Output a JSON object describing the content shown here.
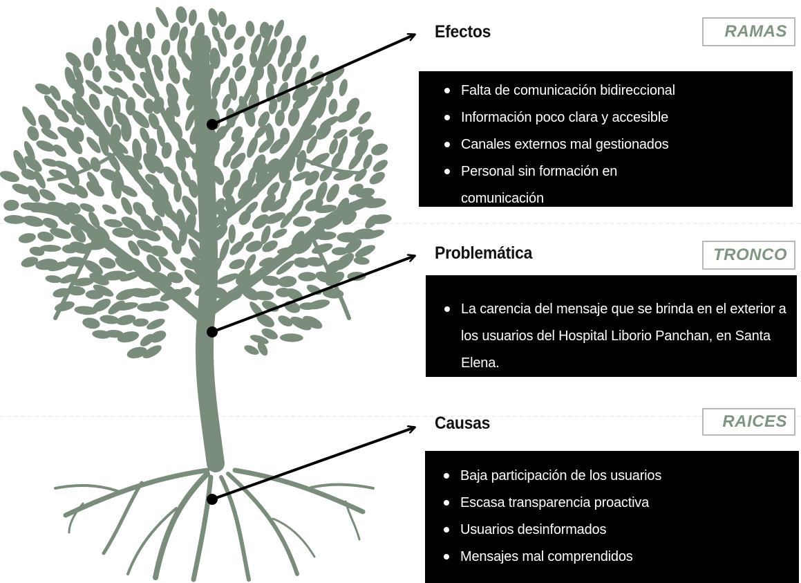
{
  "colors": {
    "tree": "#7a8c7b",
    "tag_text": "#7e9581",
    "box": "#000000"
  },
  "sections": [
    {
      "title": "Efectos",
      "tag": "RAMAS",
      "items": [
        "Falta de comunicación bidireccional",
        "Información poco clara y accesible",
        "Canales externos mal gestionados",
        "Personal sin formación en comunicación"
      ]
    },
    {
      "title": "Problemática",
      "tag": "TRONCO",
      "items": [
        "La carencia del mensaje que se brinda en el exterior a los usuarios del Hospital Liborio Panchan, en Santa Elena."
      ]
    },
    {
      "title": "Causas",
      "tag": "RAICES",
      "items": [
        "Baja participación de los usuarios",
        "Escasa transparencia proactiva",
        "Usuarios desinformados",
        "Mensajes mal comprendidos"
      ]
    }
  ]
}
